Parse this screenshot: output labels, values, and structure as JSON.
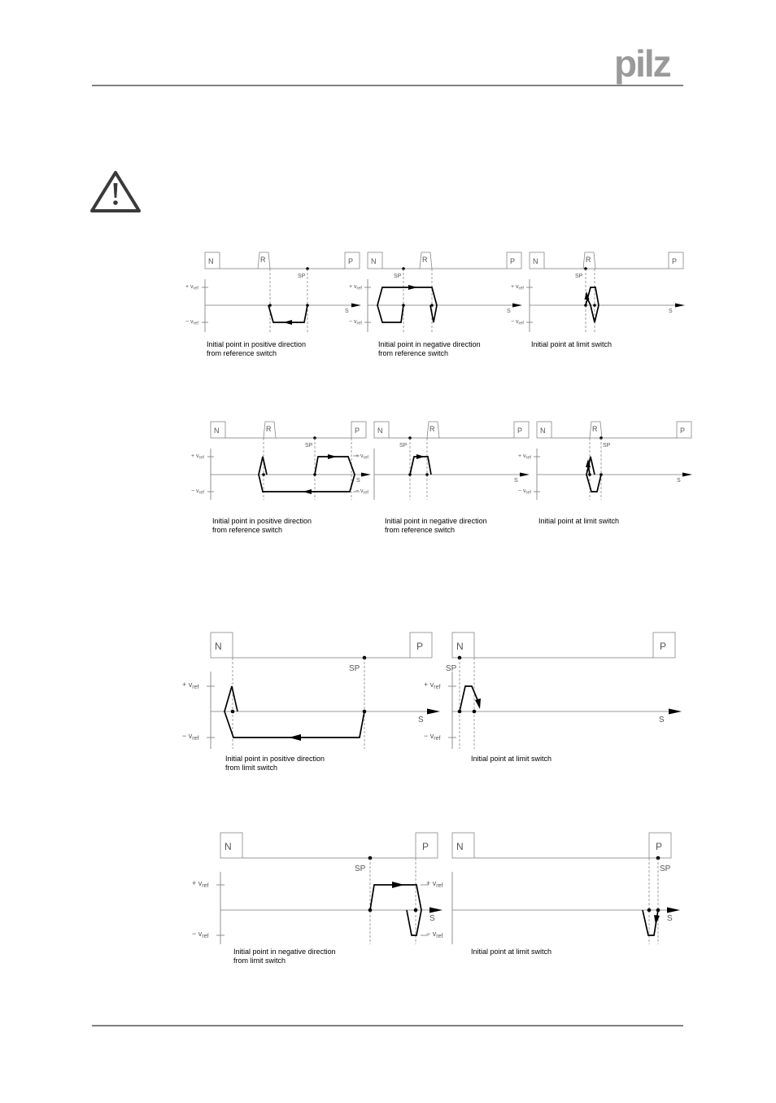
{
  "header": {
    "logo_text": "pilz",
    "brand_color": "#999999"
  },
  "warning_icon": "warning-triangle-icon",
  "labels": {
    "n": "N",
    "p": "P",
    "r": "R",
    "sp": "SP",
    "s": "S",
    "vref_plus": "+ v",
    "vref_minus": "− v",
    "vref_sub": "ref"
  },
  "captions": {
    "pos_ref_1": "Initial point in positive direction",
    "pos_ref_2": "from reference switch",
    "neg_ref_1": "Initial point in negative direction",
    "neg_ref_2": "from reference switch",
    "limit": "Initial point at limit switch",
    "pos_lim_1": "Initial point in positive direction",
    "pos_lim_2": "from limit switch",
    "neg_lim_1": "Initial point in negative direction",
    "neg_lim_2": "from limit switch"
  }
}
